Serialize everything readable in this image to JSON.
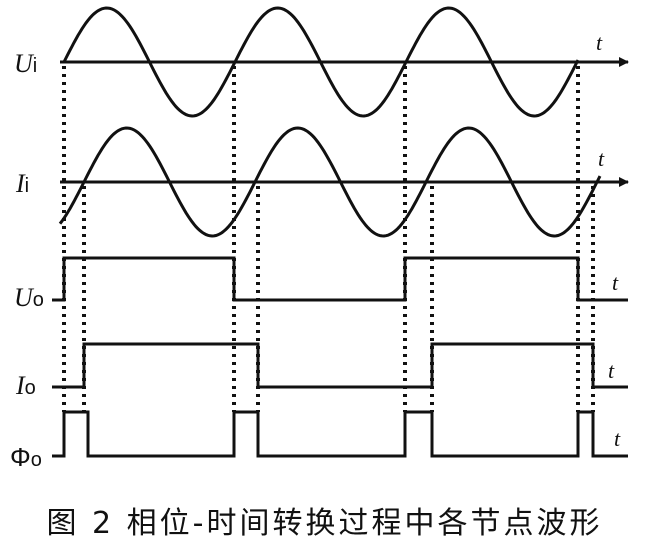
{
  "signals": [
    {
      "id": "ui",
      "symbol": "U",
      "subscript": "i",
      "time_label": "t"
    },
    {
      "id": "ii",
      "symbol": "I",
      "subscript": "i",
      "time_label": "t"
    },
    {
      "id": "uo",
      "symbol": "U",
      "subscript": "o",
      "time_label": "t"
    },
    {
      "id": "io",
      "symbol": "I",
      "subscript": "o",
      "time_label": "t"
    },
    {
      "id": "phio",
      "symbol": "Φ",
      "subscript": "o",
      "time_label": "t"
    }
  ],
  "caption": "图 2  相位-时间转换过程中各节点波形",
  "colors": {
    "stroke": "#111111",
    "background": "#ffffff"
  }
}
